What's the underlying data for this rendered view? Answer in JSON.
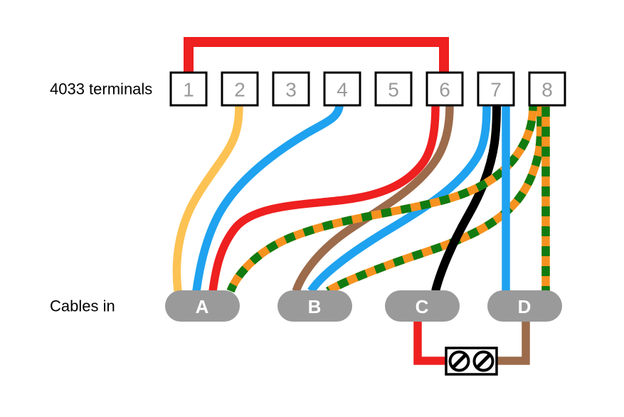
{
  "labels": {
    "terminals_label": "4033 terminals",
    "cables_label": "Cables in"
  },
  "terminals": [
    "1",
    "2",
    "3",
    "4",
    "5",
    "6",
    "7",
    "8"
  ],
  "cables": [
    "A",
    "B",
    "C",
    "D"
  ],
  "colors": {
    "red": "#EE2020",
    "gold": "#FCC253",
    "blue": "#1FA2EF",
    "brown": "#9C6B4B",
    "orange": "#F6921F",
    "green": "#117B11",
    "black": "#000000",
    "white": "#FFFFFF",
    "cable_gray": "#9A9A9A",
    "number_gray": "#999999",
    "text_black": "#000000"
  },
  "wiring": {
    "jumper_link": {
      "color": "red",
      "from_terminal": "1",
      "to_terminal": "6"
    },
    "cable_a": {
      "label": "A",
      "wires": [
        {
          "color": "gold",
          "to_terminal": "2"
        },
        {
          "color": "blue",
          "to_terminal": "4"
        },
        {
          "color": "red",
          "to_terminal": "6"
        },
        {
          "color": "green-orange-striped",
          "to_terminal": "8"
        }
      ]
    },
    "cable_b": {
      "label": "B",
      "wires": [
        {
          "color": "brown",
          "to_terminal": "6"
        },
        {
          "color": "blue",
          "to_terminal": "7"
        },
        {
          "color": "green-orange-striped",
          "to_terminal": "8"
        }
      ]
    },
    "cable_c": {
      "label": "C",
      "wires": [
        {
          "color": "black",
          "to_terminal": "7"
        },
        {
          "color": "red",
          "to": "screw-terminal-block"
        }
      ]
    },
    "cable_d": {
      "label": "D",
      "wires": [
        {
          "color": "blue",
          "to_terminal": "7"
        },
        {
          "color": "green-orange-striped",
          "to_terminal": "8"
        },
        {
          "color": "brown",
          "to": "screw-terminal-block"
        }
      ]
    },
    "screw_block": {
      "screws": 2,
      "left_wire_from": "C",
      "right_wire_from": "D"
    }
  }
}
